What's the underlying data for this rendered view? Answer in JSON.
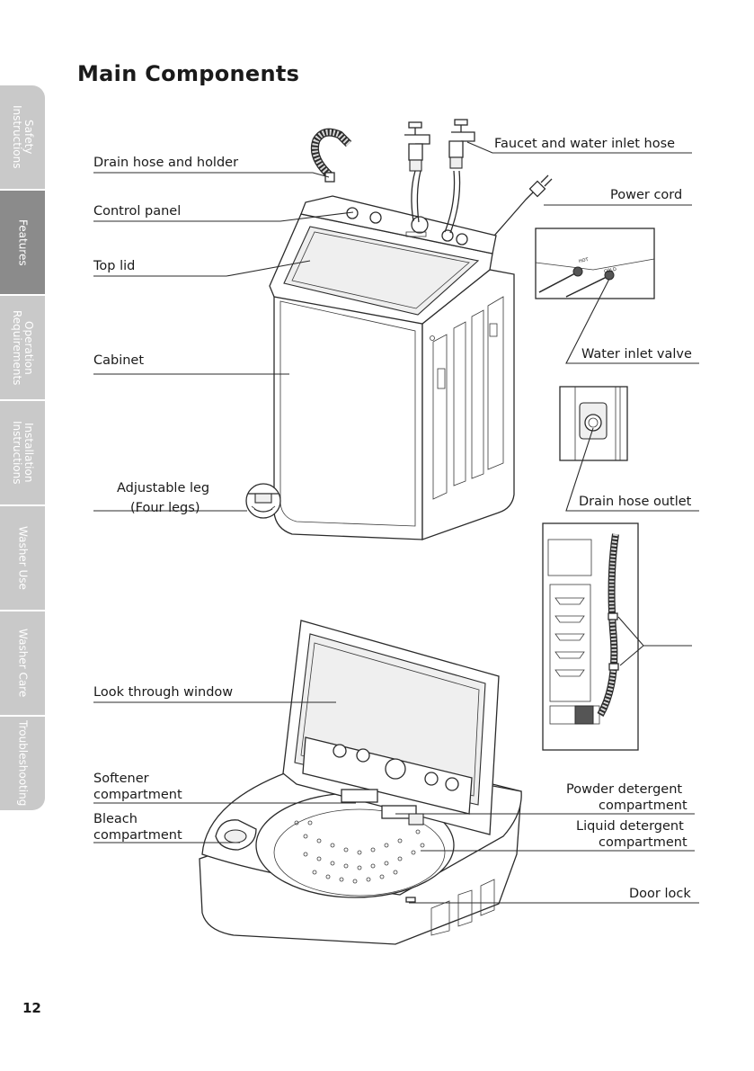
{
  "title": "Main Components",
  "page_number": "12",
  "side_tabs": [
    {
      "label": "Safety\nInstructions",
      "active": false
    },
    {
      "label": "Features",
      "active": true
    },
    {
      "label": "Operation\nRequirements",
      "active": false
    },
    {
      "label": "Installation\nInstructions",
      "active": false
    },
    {
      "label": "Washer Use",
      "active": false
    },
    {
      "label": "Washer Care",
      "active": false
    },
    {
      "label": "Troubleshooting",
      "active": false
    }
  ],
  "labels": {
    "drain_hose_holder": "Drain hose and holder",
    "control_panel": "Control panel",
    "top_lid": "Top lid",
    "cabinet": "Cabinet",
    "adjustable_leg": "Adjustable leg",
    "four_legs": "(Four legs)",
    "faucet_inlet_hose": "Faucet and water inlet hose",
    "power_cord": "Power cord",
    "water_inlet_valve": "Water inlet valve",
    "drain_hose_outlet": "Drain hose outlet",
    "look_through_window": "Look through window",
    "softener_1": "Softener",
    "softener_2": "compartment",
    "bleach_1": "Bleach",
    "bleach_2": "compartment",
    "powder_1": "Powder detergent",
    "powder_2": "compartment",
    "liquid_1": "Liquid detergent",
    "liquid_2": "compartment",
    "door_lock": "Door lock",
    "valve_hot": "HOT",
    "valve_cold": "COLD"
  }
}
